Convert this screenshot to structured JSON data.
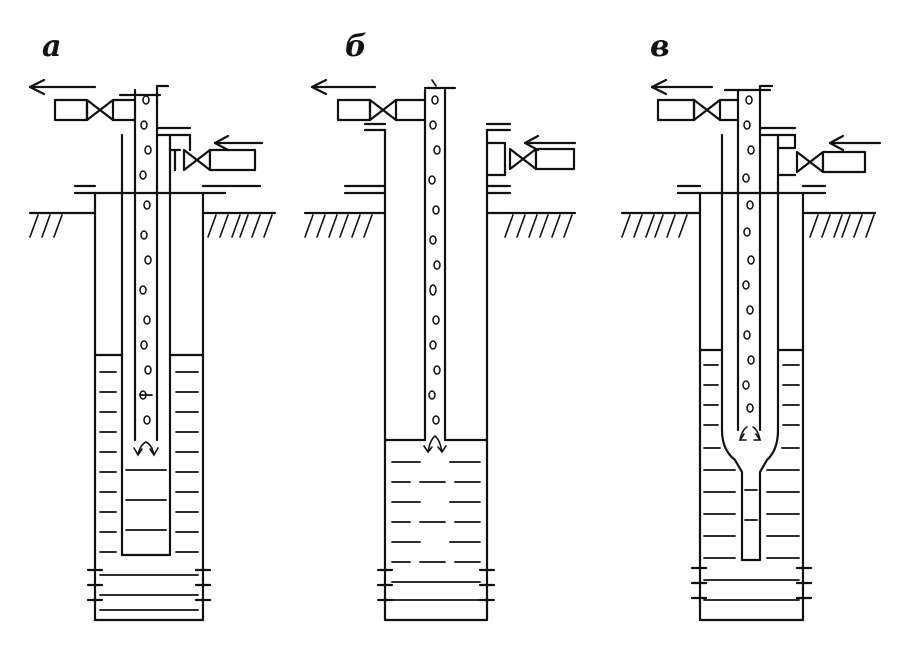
{
  "labels": {
    "a": "а",
    "b": "б",
    "v": "в"
  },
  "colors": {
    "ink": "#111111",
    "paper": "#ffffff"
  }
}
